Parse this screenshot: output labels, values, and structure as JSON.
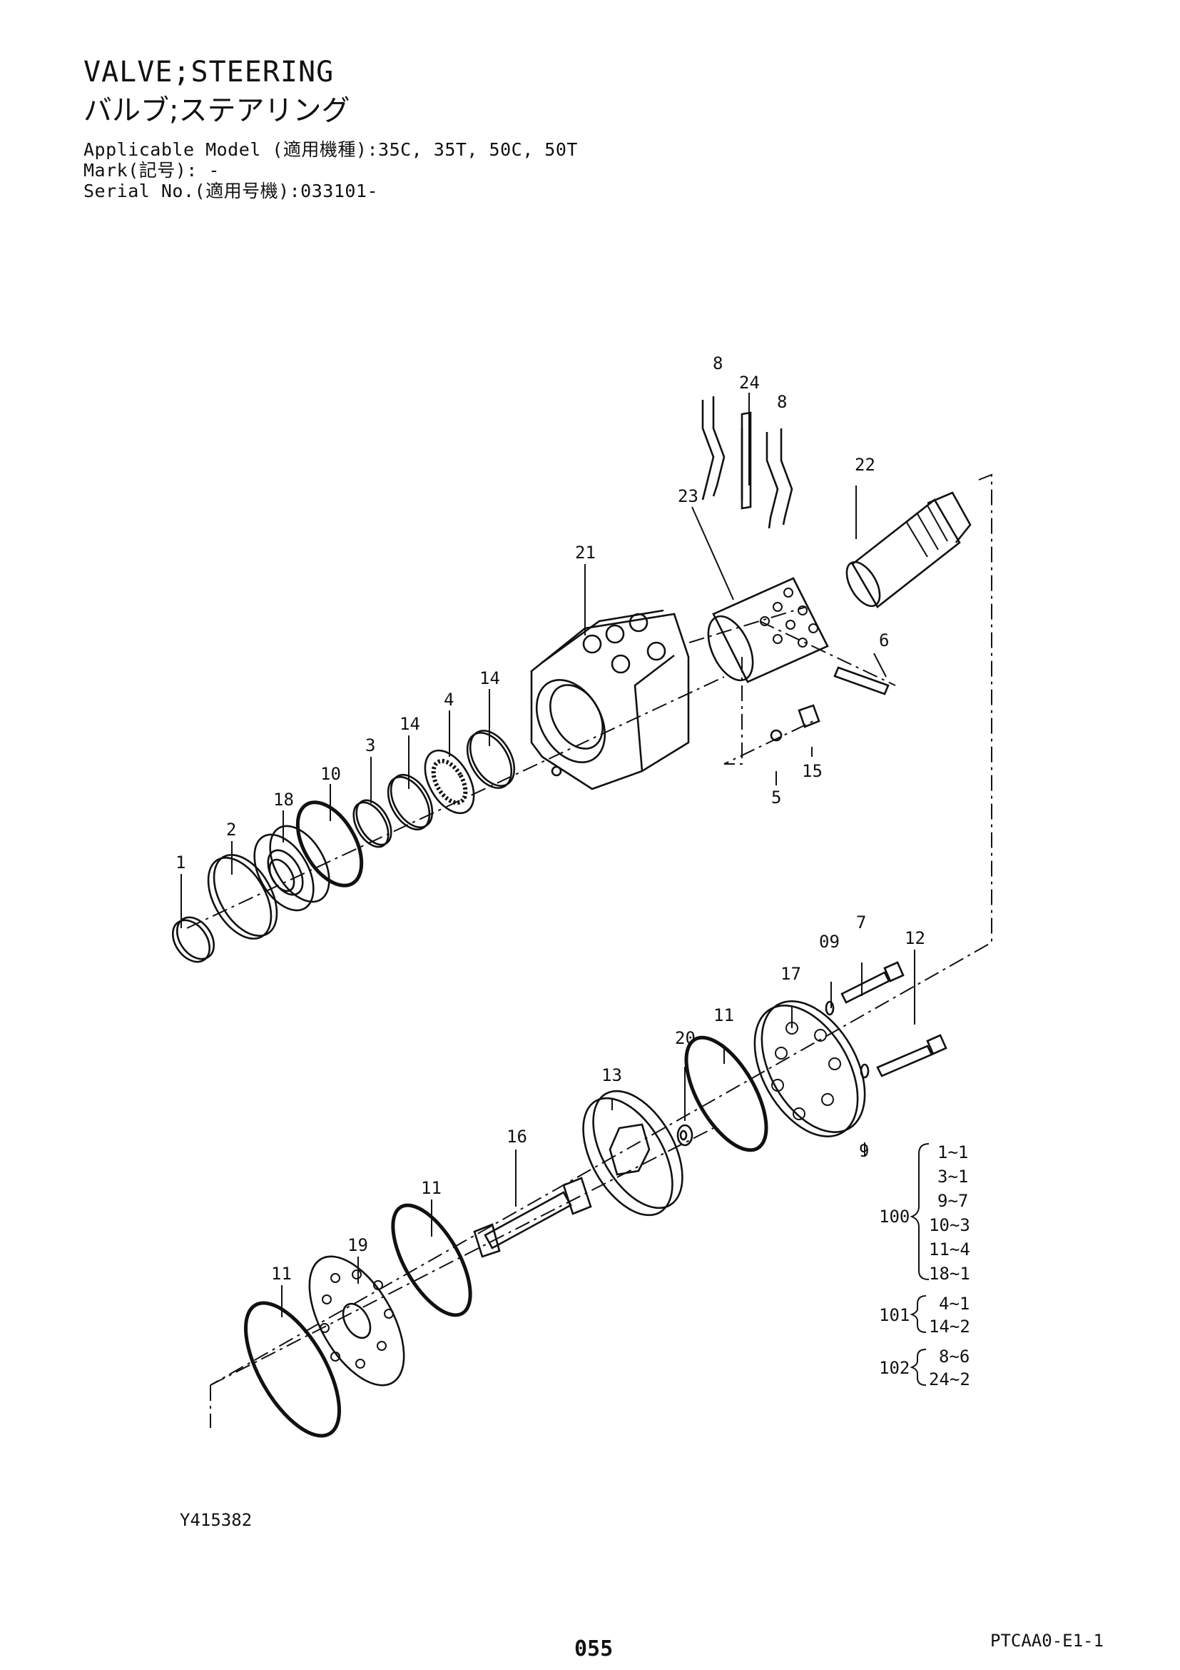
{
  "header": {
    "title_en": "VALVE;STEERING",
    "title_jp": "バルブ;ステアリング",
    "applicable_model": "Applicable Model (適用機種):35C, 35T, 50C, 50T",
    "mark": "Mark(記号): -",
    "serial_no": "Serial No.(適用号機):033101-"
  },
  "callouts": {
    "c1": "1",
    "c2": "2",
    "c3": "3",
    "c4": "4",
    "c5": "5",
    "c6": "6",
    "c7": "7",
    "c8a": "8",
    "c8b": "8",
    "c9": "9",
    "c09": "09",
    "c10": "10",
    "c11a": "11",
    "c11b": "11",
    "c11c": "11",
    "c12": "12",
    "c13": "13",
    "c14a": "14",
    "c14b": "14",
    "c15": "15",
    "c16": "16",
    "c17": "17",
    "c18": "18",
    "c19": "19",
    "c20": "20",
    "c21": "21",
    "c22": "22",
    "c23": "23",
    "c24": "24"
  },
  "kits": {
    "k100": {
      "label": "100",
      "items": [
        "1~1",
        "3~1",
        "9~7",
        "10~3",
        "11~4",
        "18~1"
      ]
    },
    "k101": {
      "label": "101",
      "items": [
        "4~1",
        "14~2"
      ]
    },
    "k102": {
      "label": "102",
      "items": [
        "8~6",
        "24~2"
      ]
    }
  },
  "footer": {
    "drawing_no": "Y415382",
    "doc_code": "PTCAA0-E1-1",
    "page_number": "055"
  }
}
